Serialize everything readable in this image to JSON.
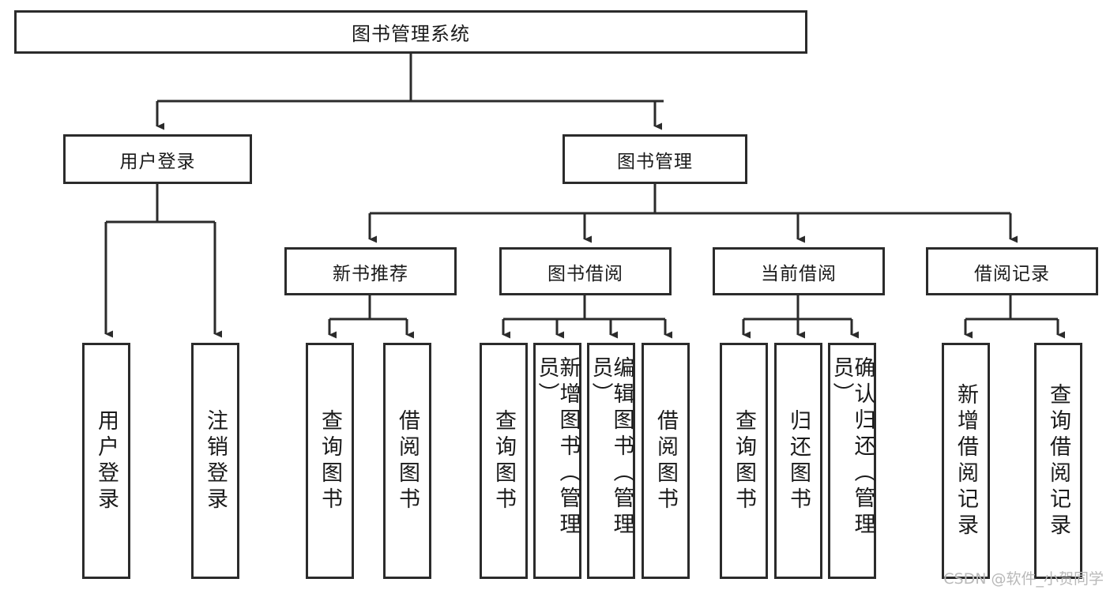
{
  "diagram": {
    "type": "tree",
    "title": "图书管理系统",
    "watermark": "CSDN @软件_小贺同学",
    "colors": {
      "border": "#2b2b2b",
      "fill": "#ffffff",
      "text": "#1a1a1a",
      "line": "#2b2b2b",
      "watermark": "#b9b9b9"
    },
    "nodes": {
      "root": "图书管理系统",
      "level2": {
        "user_login": "用户登录",
        "book_manage": "图书管理"
      },
      "level3": {
        "new_book_recommend": "新书推荐",
        "book_borrow": "图书借阅",
        "current_borrow": "当前借阅",
        "borrow_record": "借阅记录"
      },
      "leaves": {
        "user_login_children": [
          "用户登录",
          "注销登录"
        ],
        "new_book_recommend_children": [
          "查询图书",
          "借阅图书"
        ],
        "book_borrow_children": [
          "查询图书",
          "新增图书（管理员）",
          "编辑图书（管理员）",
          "借阅图书"
        ],
        "current_borrow_children": [
          "查询图书",
          "归还图书",
          "确认归还（管理员）"
        ],
        "borrow_record_children": [
          "新增借阅记录",
          "查询借阅记录"
        ]
      }
    }
  }
}
